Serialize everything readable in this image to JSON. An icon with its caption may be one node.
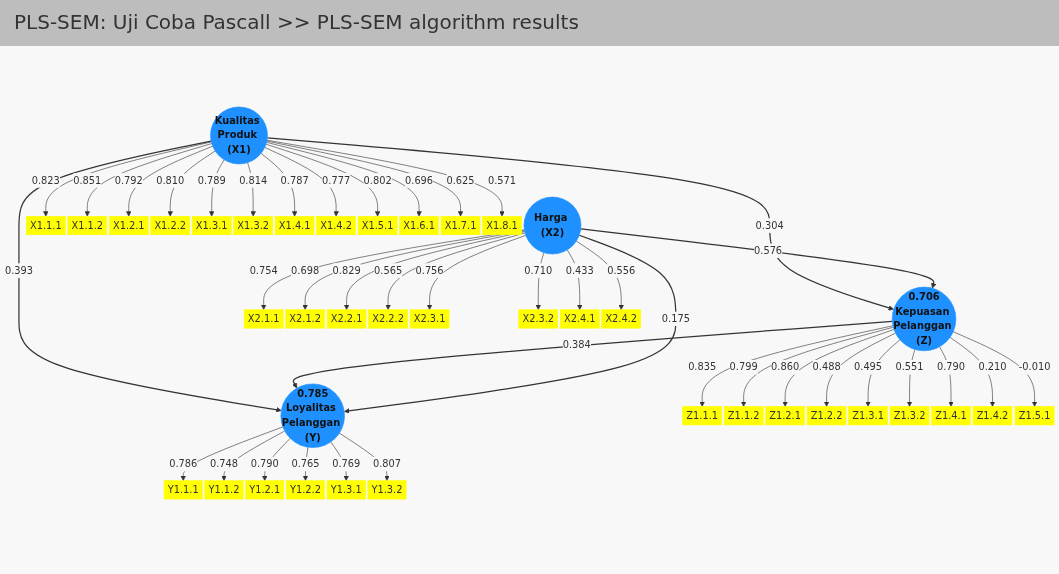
{
  "diagram": {
    "title": "PLS-SEM: Uji Coba Pascall >> PLS-SEM algorithm results",
    "nodes": [
      {
        "text": [
          "Kualitas Produk (X1)"
        ]
      },
      {
        "text": [
          "Harga (X2)"
        ]
      },
      {
        "text": [
          "0.706",
          "Kepuasan Pelanggan (Z)"
        ]
      },
      {
        "text": [
          "0.785",
          "Loyalitas Pelanggan (Y)"
        ]
      },
      {
        "text": [
          "X1.1.1"
        ]
      },
      {
        "text": [
          "X1.1.2"
        ]
      },
      {
        "text": [
          "X1.2.1"
        ]
      },
      {
        "text": [
          "X1.2.2"
        ]
      },
      {
        "text": [
          "X1.3.1"
        ]
      },
      {
        "text": [
          "X1.3.2"
        ]
      },
      {
        "text": [
          "X1.4.1"
        ]
      },
      {
        "text": [
          "X1.4.2"
        ]
      },
      {
        "text": [
          "X1.5.1"
        ]
      },
      {
        "text": [
          "X1.6.1"
        ]
      },
      {
        "text": [
          "X1.7.1"
        ]
      },
      {
        "text": [
          "X1.8.1"
        ]
      },
      {
        "text": [
          "X2.1.1"
        ]
      },
      {
        "text": [
          "X2.1.2"
        ]
      },
      {
        "text": [
          "X2.2.1"
        ]
      },
      {
        "text": [
          "X2.2.2"
        ]
      },
      {
        "text": [
          "X2.3.1"
        ]
      },
      {
        "text": [
          "X2.3.2"
        ]
      },
      {
        "text": [
          "X2.4.1"
        ]
      },
      {
        "text": [
          "X2.4.2"
        ]
      },
      {
        "text": [
          "Z1.1.1"
        ]
      },
      {
        "text": [
          "Z1.1.2"
        ]
      },
      {
        "text": [
          "Z1.2.1"
        ]
      },
      {
        "text": [
          "Z1.2.2"
        ]
      },
      {
        "text": [
          "Z1.3.1"
        ]
      },
      {
        "text": [
          "Z1.3.2"
        ]
      },
      {
        "text": [
          "Z1.4.1"
        ]
      },
      {
        "text": [
          "Z1.4.2"
        ]
      },
      {
        "text": [
          "Z1.5.1"
        ]
      },
      {
        "text": [
          "Y1.1.1"
        ]
      },
      {
        "text": [
          "Y1.1.2"
        ]
      },
      {
        "text": [
          "Y1.2.1"
        ]
      },
      {
        "text": [
          "Y1.2.2"
        ]
      },
      {
        "text": [
          "Y1.3.1"
        ]
      },
      {
        "text": [
          "Y1.3.2"
        ]
      }
    ],
    "edges": [
      {
        "from": 0,
        "to": 2,
        "arrow": "to",
        "label": "0.304"
      },
      {
        "from": 0,
        "to": 3,
        "arrow": "to",
        "label": "0.393"
      },
      {
        "from": 2,
        "to": 3,
        "arrow": "to",
        "label": "0.384"
      },
      {
        "from": 1,
        "to": 2,
        "arrow": "to",
        "label": "0.576"
      },
      {
        "from": 1,
        "to": 3,
        "arrow": "to",
        "label": "0.175"
      },
      {
        "from": 0,
        "to": 4,
        "arrow": "to",
        "label": "0.823"
      },
      {
        "from": 0,
        "to": 5,
        "arrow": "to",
        "label": "0.851"
      },
      {
        "from": 0,
        "to": 6,
        "arrow": "to",
        "label": "0.792"
      },
      {
        "from": 0,
        "to": 7,
        "arrow": "to",
        "label": "0.810"
      },
      {
        "from": 0,
        "to": 8,
        "arrow": "to",
        "label": "0.789"
      },
      {
        "from": 0,
        "to": 9,
        "arrow": "to",
        "label": "0.814"
      },
      {
        "from": 0,
        "to": 10,
        "arrow": "to",
        "label": "0.787"
      },
      {
        "from": 0,
        "to": 11,
        "arrow": "to",
        "label": "0.777"
      },
      {
        "from": 0,
        "to": 12,
        "arrow": "to",
        "label": "0.802"
      },
      {
        "from": 0,
        "to": 13,
        "arrow": "to",
        "label": "0.696"
      },
      {
        "from": 0,
        "to": 14,
        "arrow": "to",
        "label": "0.625"
      },
      {
        "from": 0,
        "to": 15,
        "arrow": "to",
        "label": "0.571"
      },
      {
        "from": 1,
        "to": 16,
        "arrow": "to",
        "label": "0.754"
      },
      {
        "from": 1,
        "to": 17,
        "arrow": "to",
        "label": "0.698"
      },
      {
        "from": 1,
        "to": 18,
        "arrow": "to",
        "label": "0.829"
      },
      {
        "from": 1,
        "to": 19,
        "arrow": "to",
        "label": "0.565"
      },
      {
        "from": 1,
        "to": 20,
        "arrow": "to",
        "label": "0.756"
      },
      {
        "from": 1,
        "to": 21,
        "arrow": "to",
        "label": "0.710"
      },
      {
        "from": 1,
        "to": 22,
        "arrow": "to",
        "label": "0.433"
      },
      {
        "from": 1,
        "to": 23,
        "arrow": "to",
        "label": "0.556"
      },
      {
        "from": 2,
        "to": 24,
        "arrow": "to",
        "label": "0.835"
      },
      {
        "from": 2,
        "to": 25,
        "arrow": "to",
        "label": "0.799"
      },
      {
        "from": 2,
        "to": 26,
        "arrow": "to",
        "label": "0.860"
      },
      {
        "from": 2,
        "to": 27,
        "arrow": "to",
        "label": "0.488"
      },
      {
        "from": 2,
        "to": 28,
        "arrow": "to",
        "label": "0.495"
      },
      {
        "from": 2,
        "to": 29,
        "arrow": "to",
        "label": "0.551"
      },
      {
        "from": 2,
        "to": 30,
        "arrow": "to",
        "label": "0.790"
      },
      {
        "from": 2,
        "to": 31,
        "arrow": "to",
        "label": "0.210"
      },
      {
        "from": 2,
        "to": 32,
        "arrow": "to",
        "label": "-0.010"
      },
      {
        "from": 3,
        "to": 33,
        "arrow": "to",
        "label": "0.786"
      },
      {
        "from": 3,
        "to": 34,
        "arrow": "to",
        "label": "0.748"
      },
      {
        "from": 3,
        "to": 35,
        "arrow": "to",
        "label": "0.790"
      },
      {
        "from": 3,
        "to": 36,
        "arrow": "to",
        "label": "0.765"
      },
      {
        "from": 3,
        "to": 37,
        "arrow": "to",
        "label": "0.769"
      },
      {
        "from": 3,
        "to": 38,
        "arrow": "to",
        "label": "0.807"
      }
    ]
  }
}
